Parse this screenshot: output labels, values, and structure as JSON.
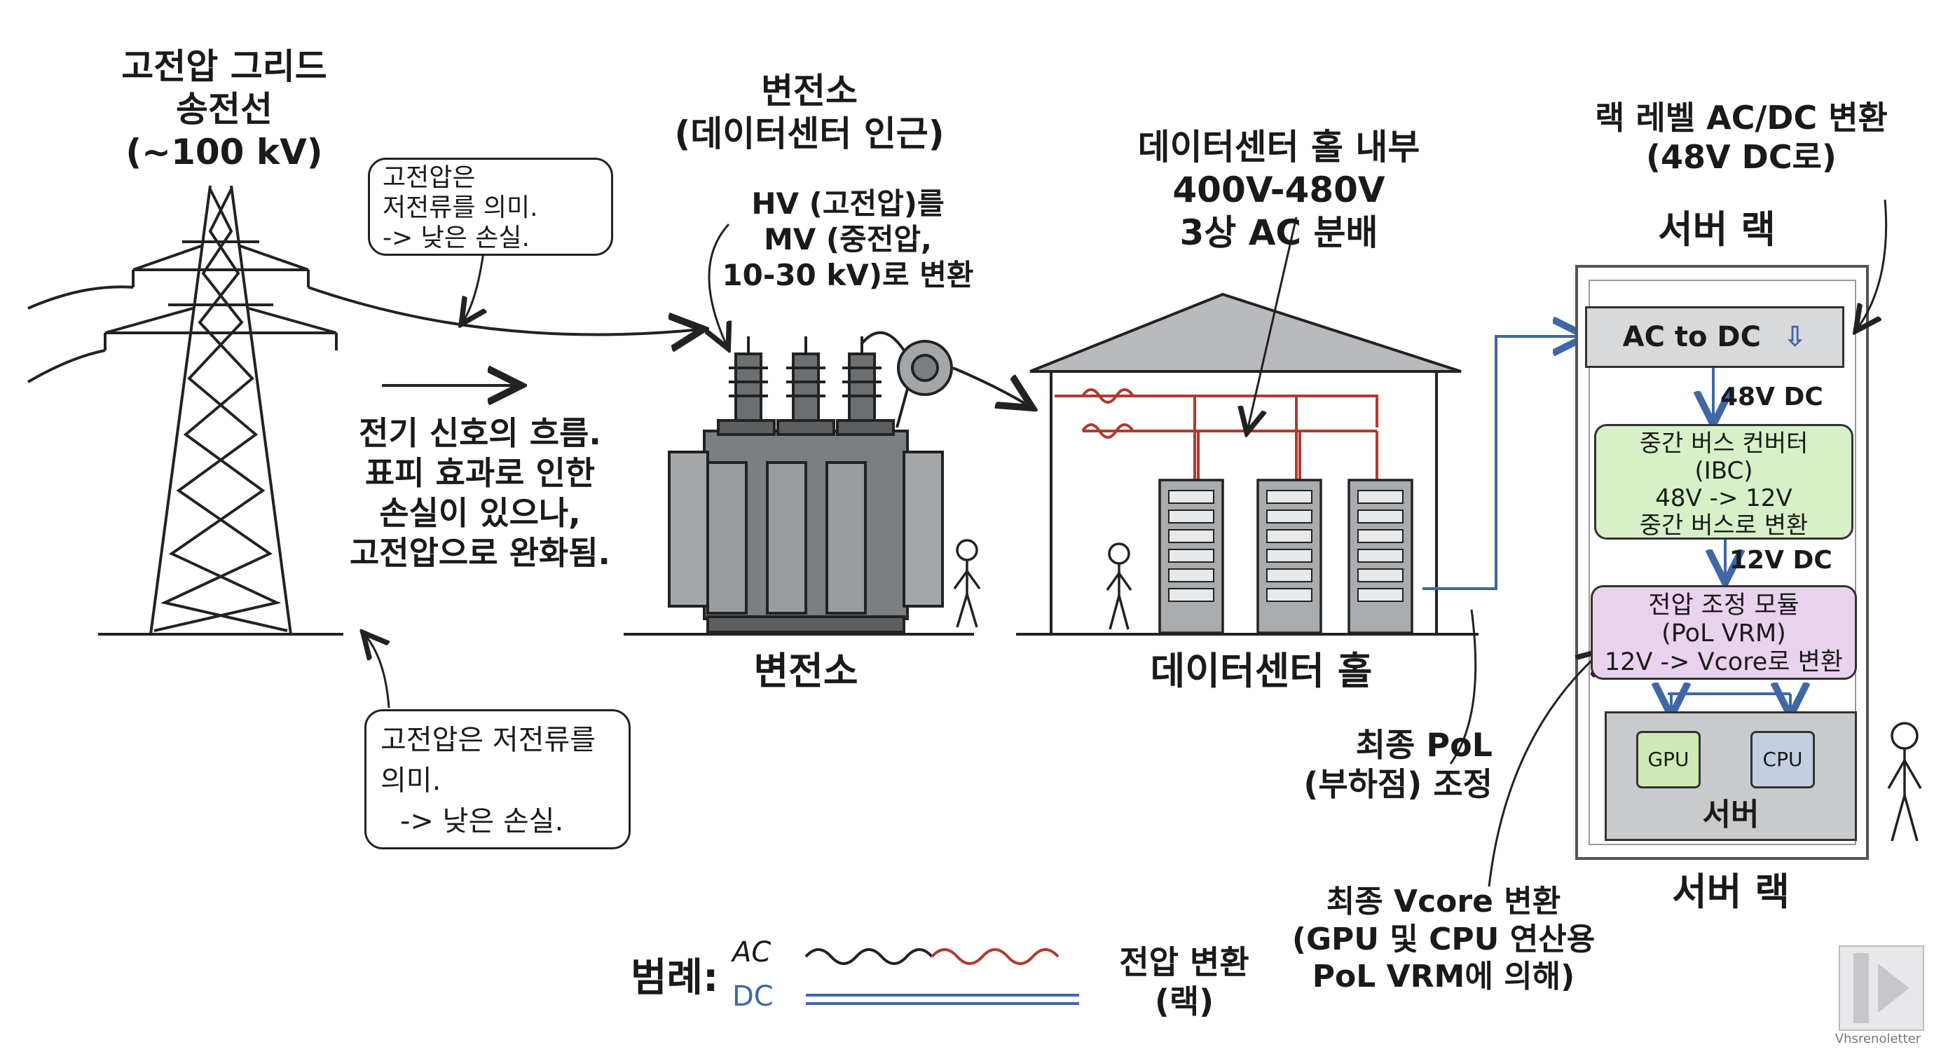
{
  "tower_title": [
    "고전압 그리드",
    "송전선",
    "(~100 kV)"
  ],
  "substation_title": [
    "변전소",
    "(데이터센터 인근)"
  ],
  "substation_note": [
    "HV (고전압)를",
    "MV (중전압,",
    "10-30 kV)로 변환"
  ],
  "hall_title": [
    "데이터센터 홀 내부",
    "400V-480V",
    "3상 AC 분배"
  ],
  "rack_title": [
    "랙 레벨 AC/DC 변환",
    "(48V DC로)"
  ],
  "server_rack_top": "서버 랙",
  "server_rack_bottom": "서버 랙",
  "note_top": [
    "고전압은",
    "저전류를 의미.",
    "-> 낮은 손실."
  ],
  "note_bottom": [
    "고전압은 저전류를",
    "의미.",
    "-> 낮은 손실."
  ],
  "flow_text": [
    "전기 신호의 흐름.",
    "표피 효과로 인한",
    "손실이 있으나,",
    "고전압으로 완화됨."
  ],
  "substation_label": "변전소",
  "hall_label": "데이터센터 홀",
  "rack": {
    "ac_dc": "AC to DC",
    "dc48": "48V DC",
    "ibc": [
      "중간 버스 컨버터",
      "(IBC)",
      "48V -> 12V",
      "중간 버스로 변환"
    ],
    "dc12": "12V DC",
    "vrm": [
      "전압 조정 모듈",
      "(PoL VRM)",
      "12V -> Vcore로 변환"
    ],
    "gpu": "GPU",
    "cpu": "CPU",
    "server": "서버"
  },
  "pol_label": [
    "최종 PoL",
    "(부하점) 조정"
  ],
  "vcore_label": [
    "최종 Vcore 변환",
    "(GPU 및 CPU 연산용",
    "PoL VRM에 의해)"
  ],
  "legend": {
    "title": "범례:",
    "ac": "AC",
    "dc": "DC",
    "conv": [
      "전압 변환",
      "(랙)"
    ]
  },
  "watermark": "Vhsrenoletter",
  "colors": {
    "ac_red": "#b03a2e",
    "dc_blue": "#3f67a8",
    "ibc_green": "#d7f0c8",
    "vrm_purple": "#e9d2ee",
    "gpu_green": "#cfe9b6"
  }
}
